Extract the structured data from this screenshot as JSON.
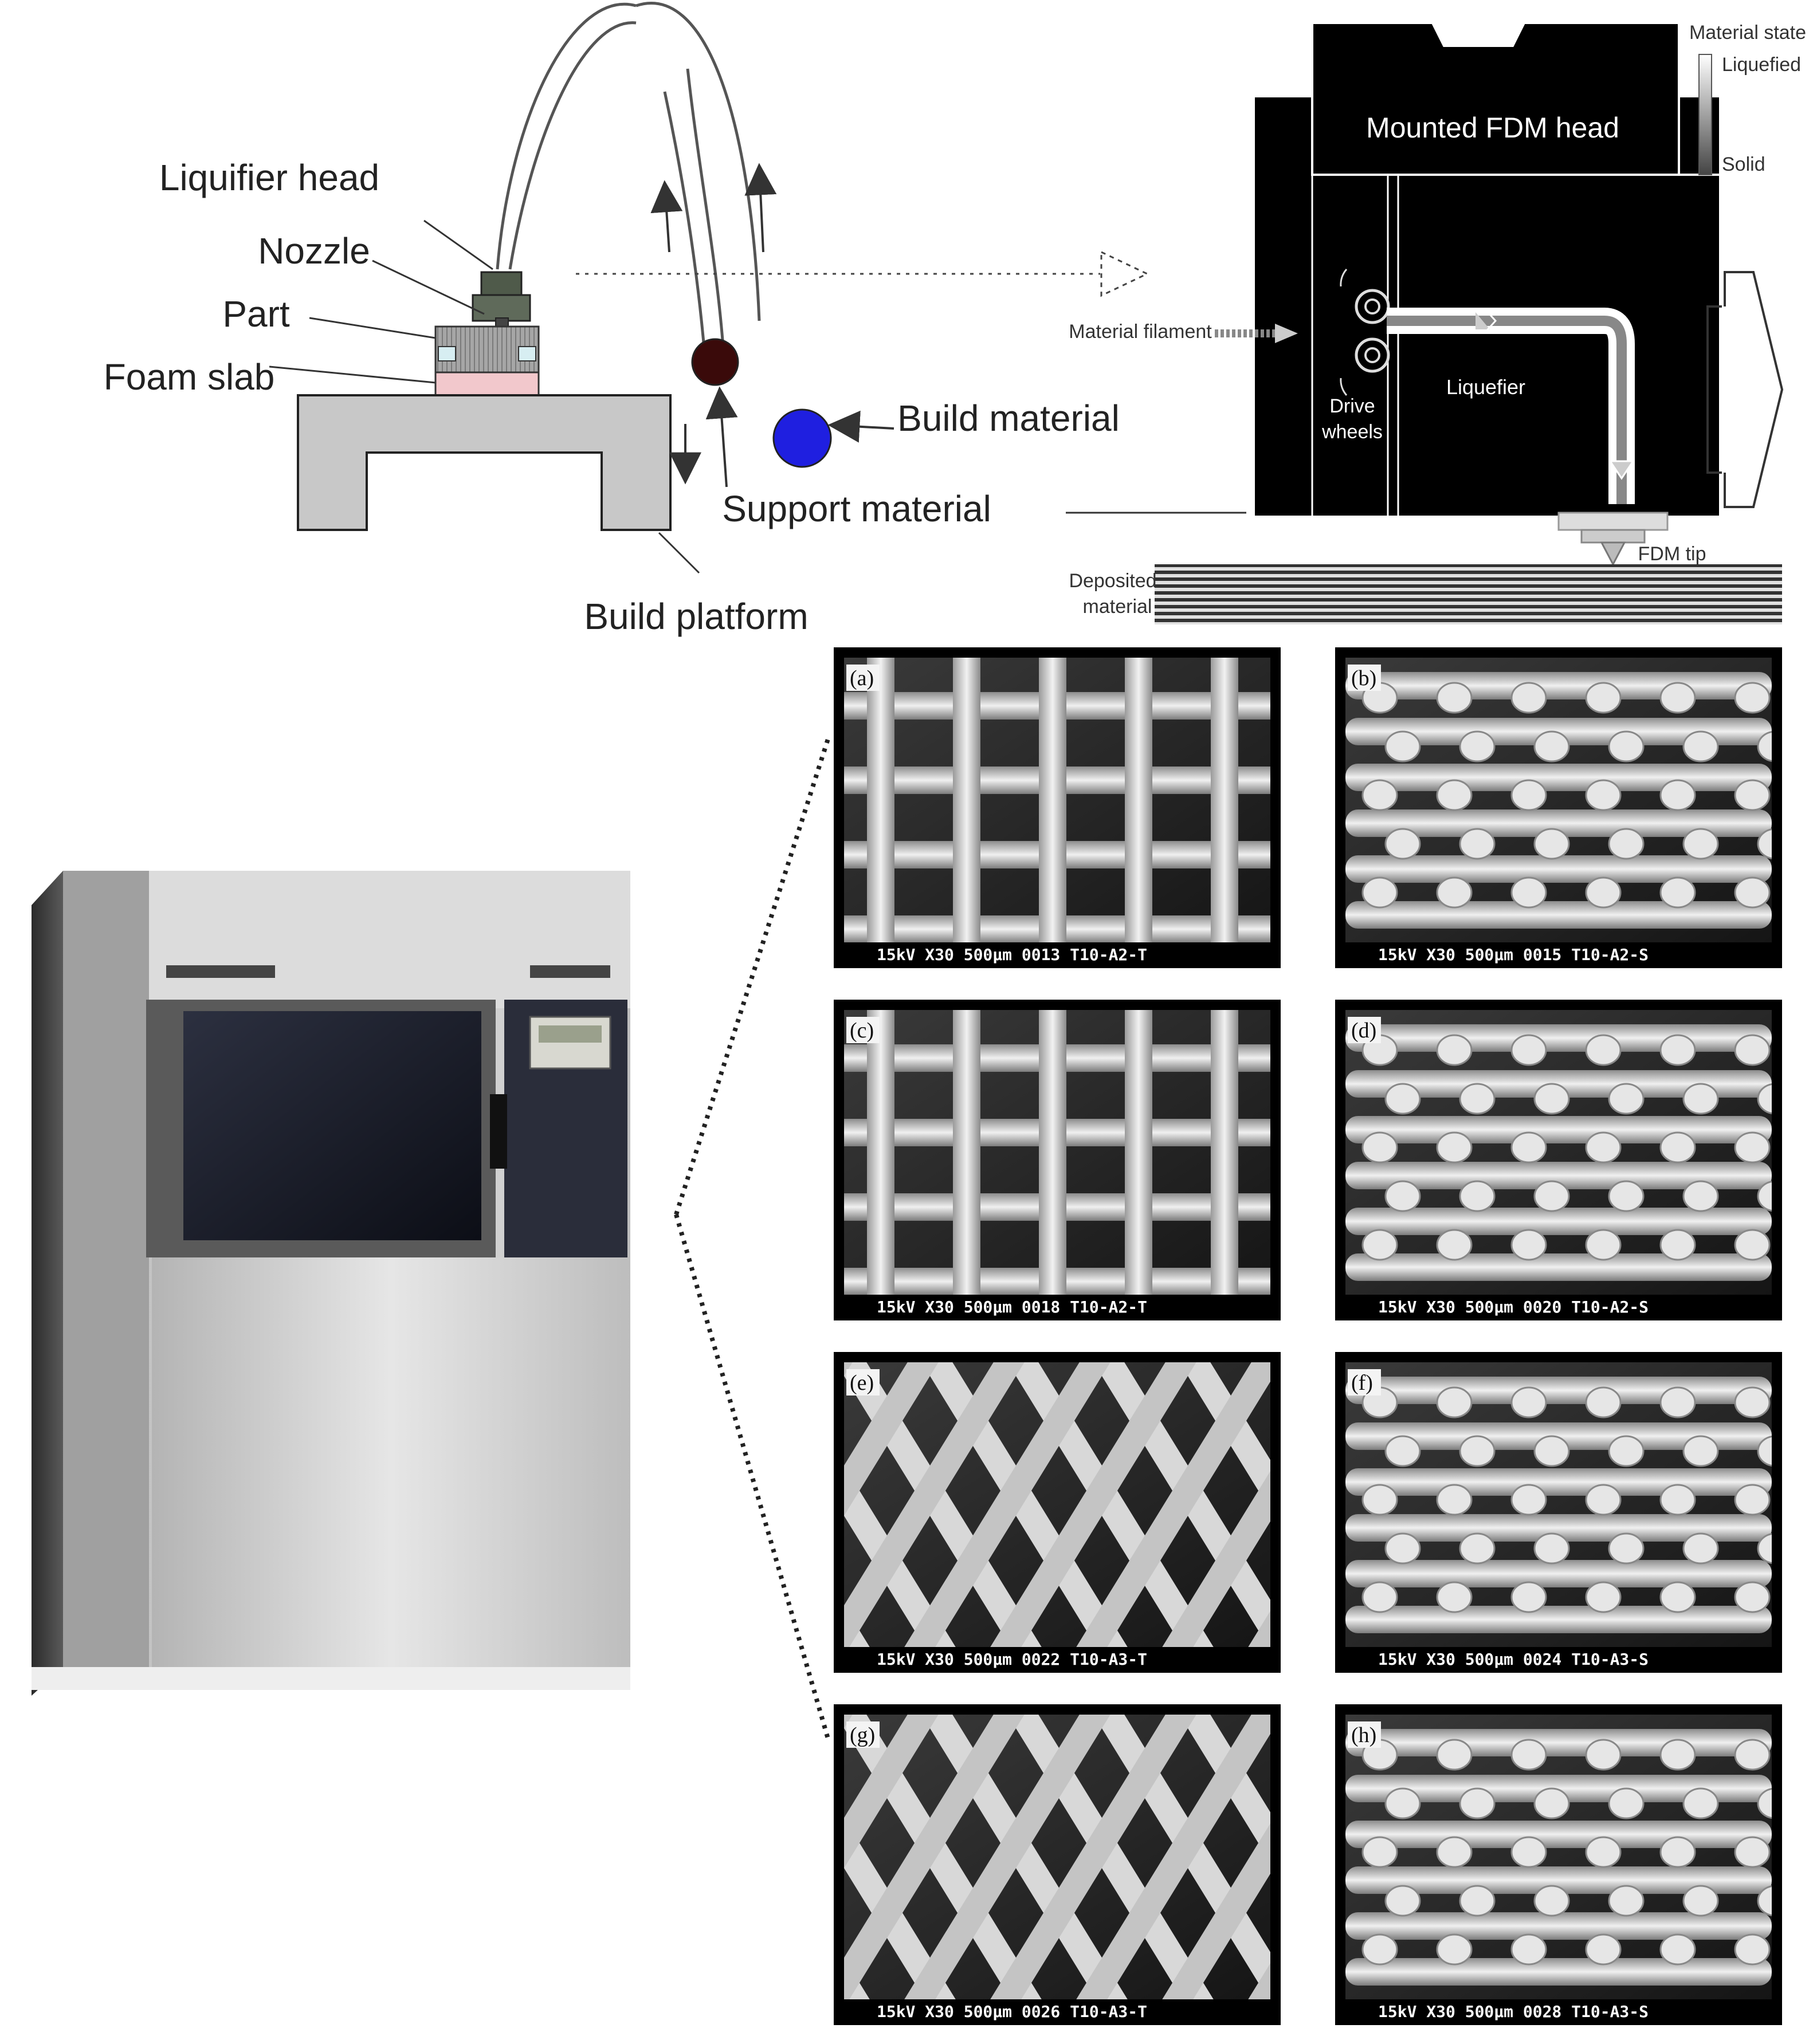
{
  "schematic": {
    "liquifier_head": "Liquifier head",
    "nozzle": "Nozzle",
    "part": "Part",
    "foam_slab": "Foam slab",
    "build_material": "Build material",
    "support_material": "Support material",
    "build_platform": "Build platform"
  },
  "fdm_head": {
    "title": "Mounted FDM head",
    "legend_title": "Material state",
    "legend_top": "Liquefied",
    "legend_bottom": "Solid",
    "material_filament": "Material filament",
    "drive_wheels_line1": "Drive",
    "drive_wheels_line2": "wheels",
    "liquefier": "Liquefier",
    "fdm_tip": "FDM tip",
    "deposited_line1": "Deposited",
    "deposited_line2": "material"
  },
  "micrographs": [
    {
      "label": "(a)",
      "caption": "15kV     X30  500µm  0013  T10-A2-T",
      "pattern": "grid-top"
    },
    {
      "label": "(b)",
      "caption": "15kV     X30  500µm  0015  T10-A2-S",
      "pattern": "side"
    },
    {
      "label": "(c)",
      "caption": "15kV     X30  500µm  0018  T10-A2-T",
      "pattern": "grid-top"
    },
    {
      "label": "(d)",
      "caption": "15kV     X30  500µm  0020  T10-A2-S",
      "pattern": "side"
    },
    {
      "label": "(e)",
      "caption": "15kV     X30  500µm  0022  T10-A3-T",
      "pattern": "diag-top"
    },
    {
      "label": "(f)",
      "caption": "15kV     X30  500µm  0024  T10-A3-S",
      "pattern": "side"
    },
    {
      "label": "(g)",
      "caption": "15kV     X30  500µm  0026  T10-A3-T",
      "pattern": "diag-top"
    },
    {
      "label": "(h)",
      "caption": "15kV     X30  500µm  0028  T10-A3-S",
      "pattern": "side"
    }
  ],
  "colors": {
    "build_material": "#1f1fe0",
    "support_material": "#3a0a0a",
    "platform": "#c8c8c8",
    "part": "#a0a0a0",
    "foam": "#f2c8cc",
    "head_panel": "#000000"
  }
}
